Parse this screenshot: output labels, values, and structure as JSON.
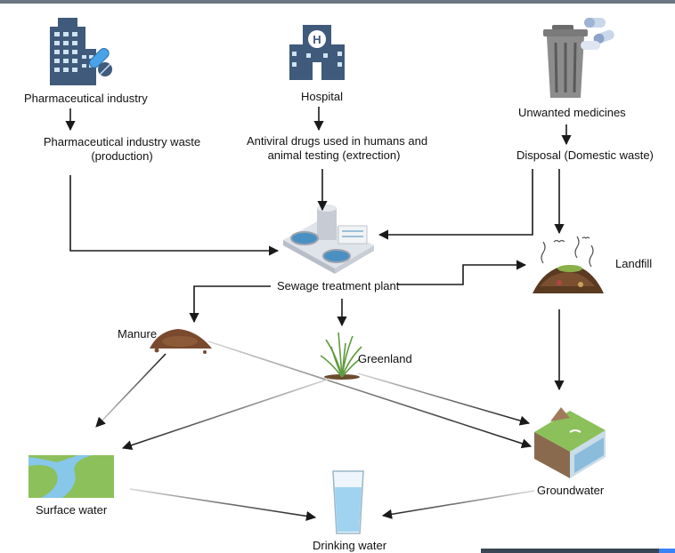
{
  "nodes": {
    "pharma_industry": "Pharmaceutical industry",
    "pharma_waste_line1": "Pharmaceutical industry waste",
    "pharma_waste_line2": "(production)",
    "hospital": "Hospital",
    "antiviral_line1": "Antiviral drugs used in humans and",
    "antiviral_line2": "animal testing (extrection)",
    "unwanted_medicines": "Unwanted medicines",
    "disposal": "Disposal (Domestic waste)",
    "sewage_plant": "Sewage treatment plant",
    "landfill": "Landfill",
    "manure": "Manure",
    "greenland": "Greenland",
    "surface_water": "Surface water",
    "groundwater": "Groundwater",
    "drinking_water": "Drinking water"
  },
  "icons": {
    "pharma": "factory-with-pills-icon",
    "hospital": "hospital-building-icon",
    "trash": "trash-can-with-pills-icon",
    "sewage": "sewage-plant-icon",
    "landfill": "landfill-icon",
    "manure": "manure-pile-icon",
    "greenland": "grass-tuft-icon",
    "surface_water": "river-landscape-icon",
    "groundwater": "soil-block-icon",
    "drinking_water": "water-glass-icon"
  },
  "colors": {
    "building_blue": "#3f5a7a",
    "arrow": "#1a1a1a",
    "water_blue": "#7fc3e8",
    "grass": "#6fa64a"
  }
}
